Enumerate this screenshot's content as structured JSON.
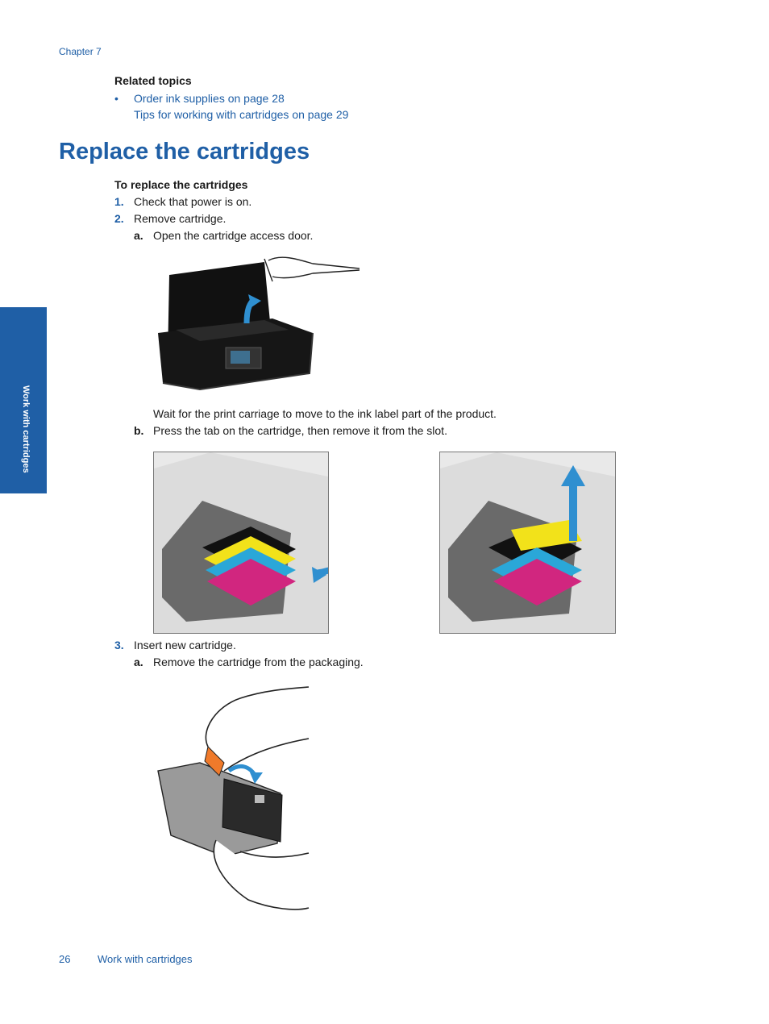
{
  "header": {
    "chapter": "Chapter 7"
  },
  "related": {
    "title": "Related topics",
    "bullet": "•",
    "links": [
      "Order ink supplies on page 28",
      "Tips for working with cartridges on page 29"
    ]
  },
  "heading": "Replace the cartridges",
  "procedure": {
    "title": "To replace the cartridges",
    "step1": {
      "num": "1.",
      "text": "Check that power is on."
    },
    "step2": {
      "num": "2.",
      "text": "Remove cartridge.",
      "a": {
        "letter": "a.",
        "text": "Open the cartridge access door."
      },
      "note": "Wait for the print carriage to move to the ink label part of the product.",
      "b": {
        "letter": "b.",
        "text": "Press the tab on the cartridge, then remove it from the slot."
      }
    },
    "step3": {
      "num": "3.",
      "text": "Insert new cartridge.",
      "a": {
        "letter": "a.",
        "text": "Remove the cartridge from the packaging."
      }
    }
  },
  "side_tab": "Work with cartridges",
  "footer": {
    "page": "26",
    "section": "Work with cartridges"
  },
  "colors": {
    "accent": "#1f5fa6",
    "cyan": "#2aa7d8",
    "magenta": "#d1267f",
    "yellow": "#f2e21a",
    "black": "#111111"
  }
}
